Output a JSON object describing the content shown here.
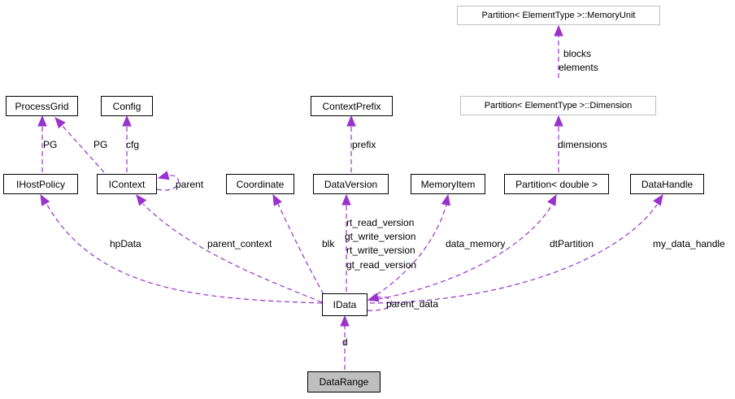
{
  "colors": {
    "edge": "#9a32cd",
    "node_border": "#000000",
    "external_border": "#bfbfbf",
    "current_fill": "#bfbfbf"
  },
  "nodes": {
    "memoryunit": "Partition< ElementType >::MemoryUnit",
    "dimension": "Partition< ElementType >::Dimension",
    "processgrid": "ProcessGrid",
    "config": "Config",
    "contextprefix": "ContextPrefix",
    "ihostpolicy": "IHostPolicy",
    "icontext": "IContext",
    "coordinate": "Coordinate",
    "dataversion": "DataVersion",
    "memoryitem": "MemoryItem",
    "partition_double": "Partition< double >",
    "datahandle": "DataHandle",
    "idata": "IData",
    "datarange": "DataRange"
  },
  "edge_labels": {
    "blocks": "blocks",
    "elements": "elements",
    "dimensions": "dimensions",
    "pg_left": "PG",
    "pg_right": "PG",
    "cfg": "cfg",
    "prefix": "prefix",
    "parent": "parent",
    "hpdata": "hpData",
    "parent_context": "parent_context",
    "blk": "blk",
    "rt_read_version": "rt_read_version",
    "gt_write_version": "gt_write_version",
    "rt_write_version": "rt_write_version",
    "gt_read_version": "gt_read_version",
    "data_memory": "data_memory",
    "dtpartition": "dtPartition",
    "my_data_handle": "my_data_handle",
    "parent_data": "parent_data",
    "d": "d"
  }
}
